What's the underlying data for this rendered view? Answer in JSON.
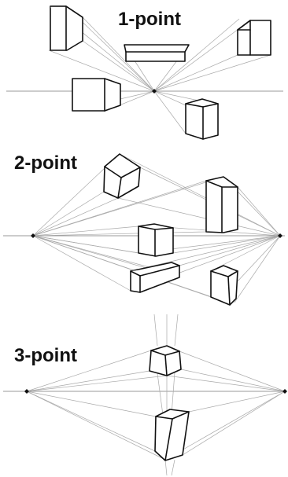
{
  "sections": {
    "one_point": {
      "label": "1-point"
    },
    "two_point": {
      "label": "2-point"
    },
    "three_point": {
      "label": "3-point"
    }
  },
  "colors": {
    "ink": "#111111",
    "guide": "#a9a9a9",
    "background": "#ffffff"
  }
}
